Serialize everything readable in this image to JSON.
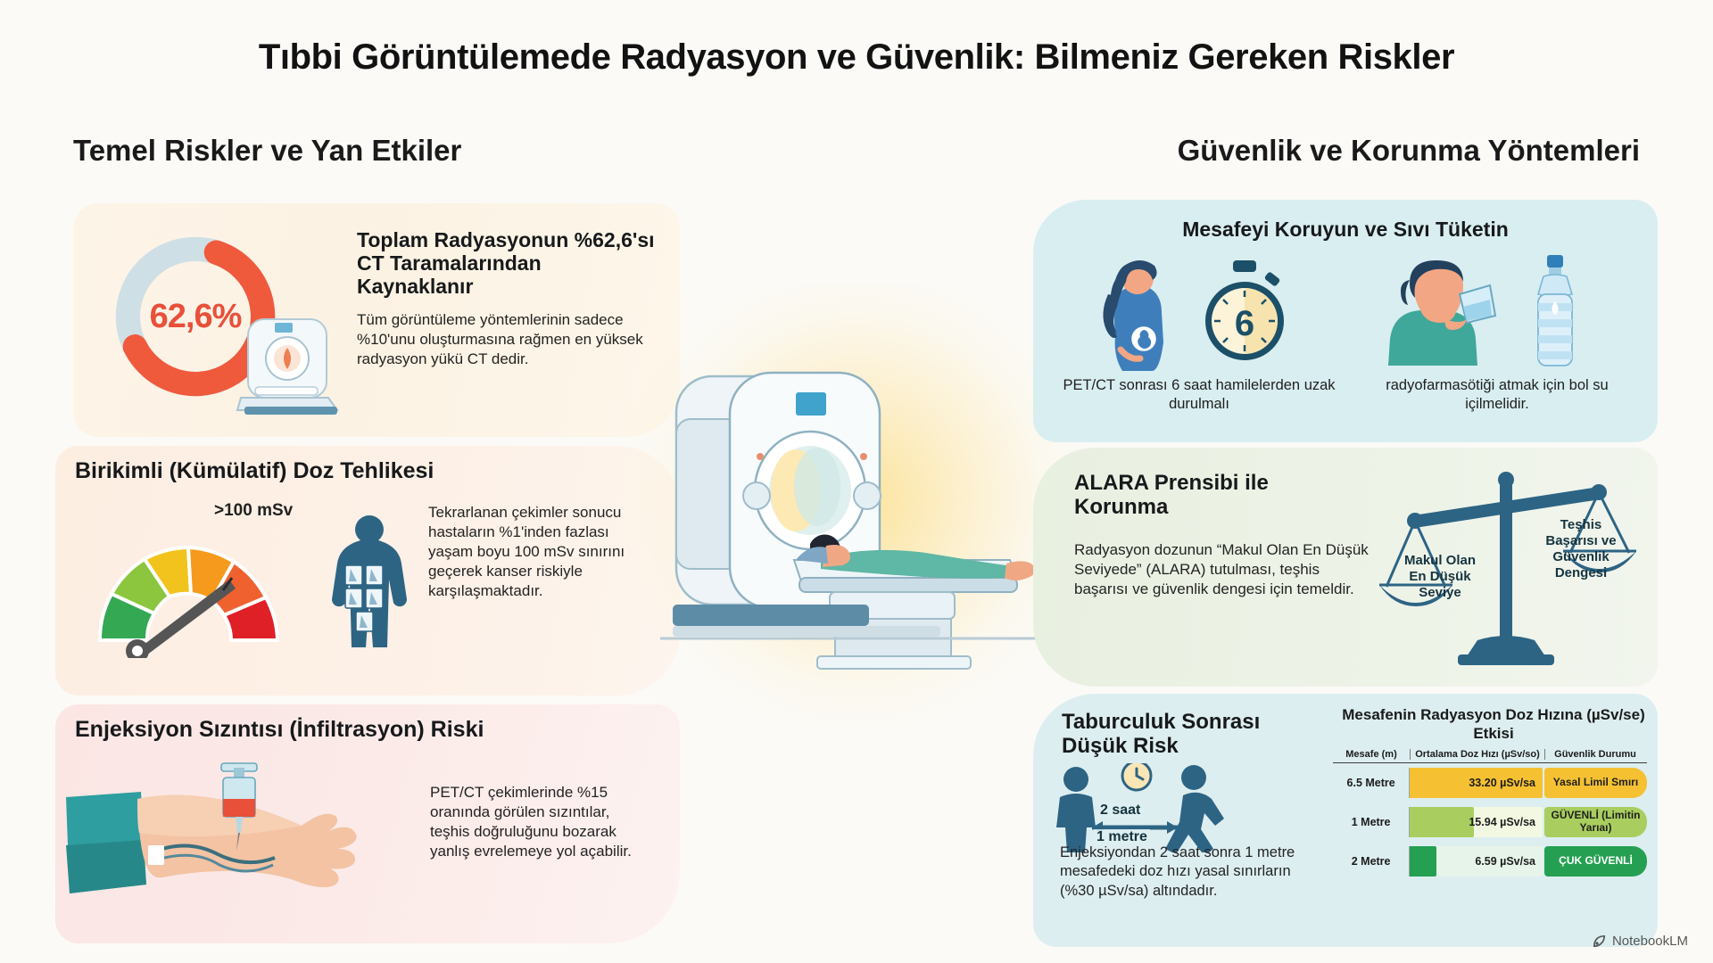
{
  "header": {
    "title": "Tıbbi Görüntülemede Radyasyon ve Güvenlik: Bilmeniz Gereken Riskler",
    "left_column_title": "Temel Riskler ve Yan Etkiler",
    "right_column_title": "Güvenlik ve Korunma Yöntemleri"
  },
  "left_cards": {
    "ct": {
      "heading": "Toplam Radyasyonun %62,6'sı CT Taramalarından Kaynaklanır",
      "body": "Tüm görüntüleme yöntemlerinin sadece %10'unu oluşturmasına rağmen en yüksek radyasyon yükü CT dedir.",
      "donut_label": "62,6%",
      "donut_value": 62.6,
      "donut_color": "#ef5a3d",
      "donut_track_color": "#cfdfe6"
    },
    "cumulative": {
      "heading": "Birikimli (Kümülatif) Doz Tehlikesi",
      "gauge_label": ">100 mSv",
      "body": "Tekrarlanan çekimler sonucu hastaların %1'inden fazlası yaşam boyu 100 mSv sınırını geçerek kanser riskiyle karşılaşmaktadır."
    },
    "infiltration": {
      "heading": "Enjeksiyon Sızıntısı (İnfiltrasyon) Riski",
      "body": "PET/CT çekimlerinde %15 oranında görülen sızıntılar, teşhis doğruluğunu bozarak yanlış evrelemeye yol açabilir."
    }
  },
  "right_cards": {
    "distance": {
      "heading": "Mesafeyi Koruyun ve Sıvı Tüketin",
      "timer_value": "6",
      "caption_left": "PET/CT sonrası 6 saat hamilelerden uzak durulmalı",
      "caption_right": "radyofarmasötiği atmak için bol su içilmelidir."
    },
    "alara": {
      "heading": "ALARA Prensibi ile Korunma",
      "body": "Radyasyon dozunun “Makul Olan En Düşük Seviyede” (ALARA) tutulması, teşhis başarısı ve güvenlik dengesi için temeldir.",
      "scale_left_label": "Makul Olan En Düşük Seviye",
      "scale_right_label": "Teşhis Başarısı ve Güvenlik Dengesi"
    },
    "discharge": {
      "heading": "Taburculuk Sonrası Düşük Risk",
      "pict_time_label": "2 saat",
      "pict_distance_label": "1 metre",
      "body": "Enjeksiyondan 2 saat sonra 1 metre mesafedeki doz hızı yasal sınırların (%30 µSv/sa) altındadır."
    }
  },
  "chart_data": {
    "type": "table",
    "title": "Mesafenin Radyasyon Doz Hızına (µSv/se) Etkisi",
    "columns": [
      "Mesafe (m)",
      "Ortalama Doz Hızı (µSv/so)",
      "Güvenlik Durumu"
    ],
    "rows": [
      {
        "distance": "6.5 Metre",
        "value": "33.20 µSv/sa",
        "numeric": 33.2,
        "status": "Yasal Limil Smırı",
        "bar_pct": 100,
        "bar_color": "#f5c133",
        "track_color": "#fdf3d4",
        "status_bg": "#f5c133",
        "status_fg": "#1f1f1f"
      },
      {
        "distance": "1 Metre",
        "value": "15.94 µSv/sa",
        "numeric": 15.94,
        "status": "GÜVENLİ (Limitin Yarıaı)",
        "bar_pct": 48,
        "bar_color": "#a9ce5f",
        "track_color": "#f2f8e2",
        "status_bg": "#a9ce5f",
        "status_fg": "#1f1f1f"
      },
      {
        "distance": "2 Metre",
        "value": "6.59 µSv/sa",
        "numeric": 6.59,
        "status": "ÇUK GÜVENLİ",
        "bar_pct": 20,
        "bar_color": "#25a052",
        "track_color": "#e6f4ea",
        "status_bg": "#25a052",
        "status_fg": "#ffffff"
      }
    ],
    "xlabel": "",
    "ylabel": "",
    "legend": ""
  },
  "footer": {
    "watermark": "NotebookLM"
  }
}
